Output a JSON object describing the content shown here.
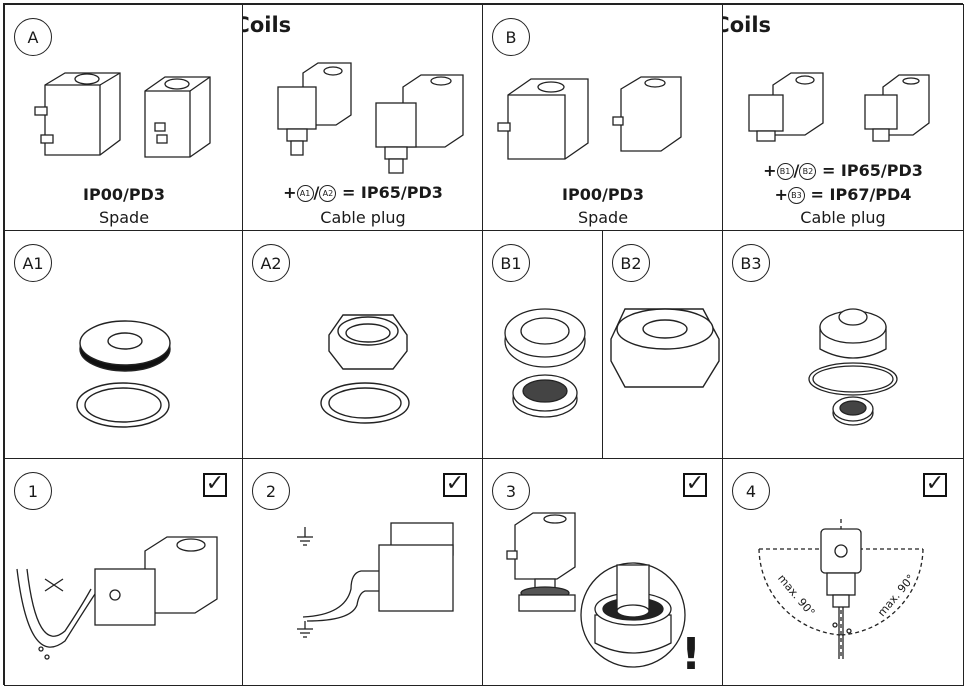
{
  "section_a": {
    "marker": "A",
    "heading": "A - Coils",
    "panel_spade": {
      "rating": "IP00/PD3",
      "caption": "Spade"
    },
    "panel_cable": {
      "plus": "+",
      "ref1": "A1",
      "slash": "/",
      "ref2": "A2",
      "equals": "= IP65/PD3",
      "caption": "Cable plug"
    }
  },
  "section_b": {
    "marker": "B",
    "heading": "B - Coils",
    "panel_spade": {
      "rating": "IP00/PD3",
      "caption": "Spade"
    },
    "panel_cable": {
      "line1": {
        "plus": "+",
        "ref1": "B1",
        "slash": "/",
        "ref2": "B2",
        "equals": "= IP65/PD3"
      },
      "line2": {
        "plus": "+",
        "ref": "B3",
        "equals": "= IP67/PD4"
      },
      "caption": "Cable plug"
    }
  },
  "parts": [
    {
      "marker": "A1"
    },
    {
      "marker": "A2"
    },
    {
      "marker": "B1"
    },
    {
      "marker": "B2"
    },
    {
      "marker": "B3"
    }
  ],
  "steps": [
    {
      "marker": "1",
      "check": "✓"
    },
    {
      "marker": "2",
      "check": "✓"
    },
    {
      "marker": "3",
      "check": "✓",
      "warning": "!"
    },
    {
      "marker": "4",
      "check": "✓",
      "angle_left": "max. 90°",
      "angle_right": "max. 90°"
    }
  ]
}
